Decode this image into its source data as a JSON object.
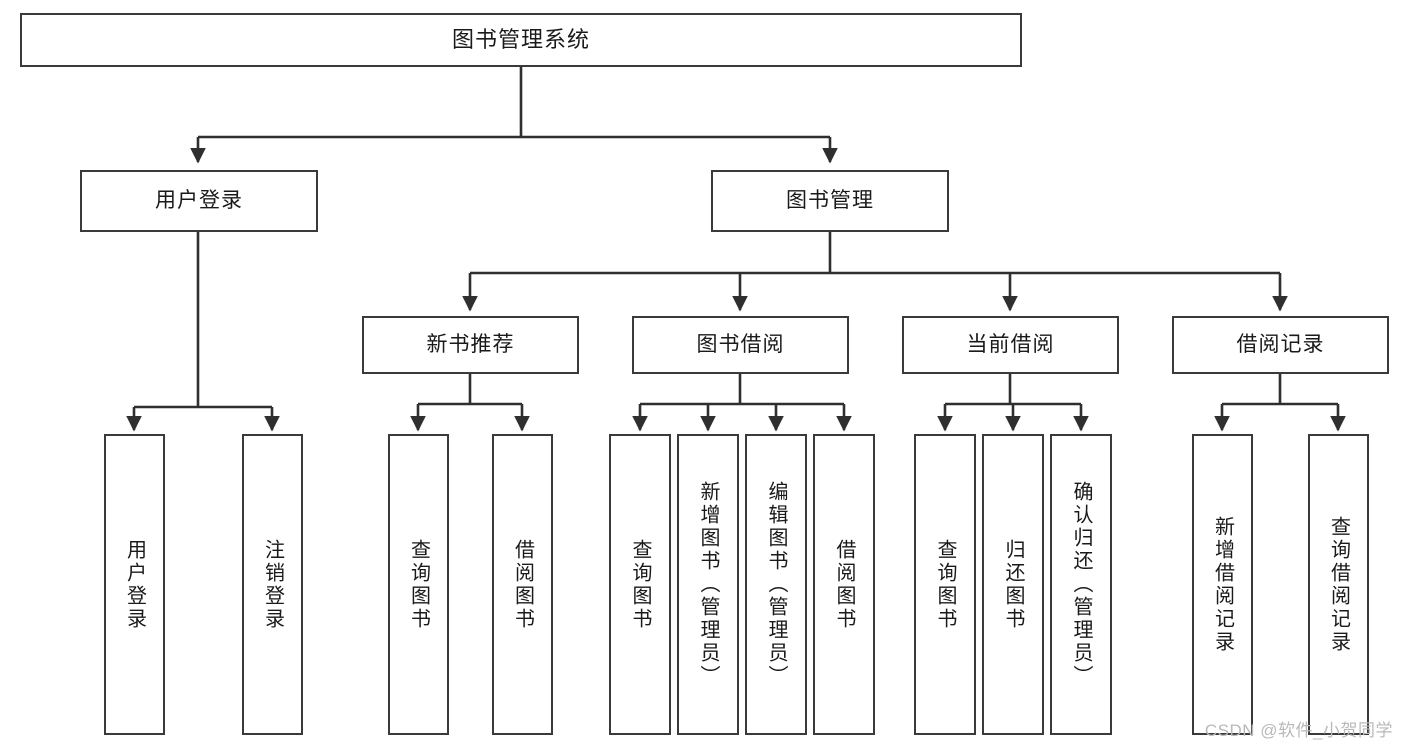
{
  "diagram": {
    "title": "图书管理系统",
    "type": "tree-flowchart",
    "colors": {
      "box_border": "#3a3a3a",
      "box_fill": "#ffffff",
      "edge": "#2f2f2f",
      "text": "#1a1a1a",
      "watermark": "#b9b9b9"
    },
    "root": {
      "label": "图书管理系统"
    },
    "level2": [
      {
        "label": "用户登录"
      },
      {
        "label": "图书管理"
      }
    ],
    "level3": [
      {
        "label": "新书推荐"
      },
      {
        "label": "图书借阅"
      },
      {
        "label": "当前借阅"
      },
      {
        "label": "借阅记录"
      }
    ],
    "leaves": {
      "user_login": [
        {
          "label": "用户登录"
        },
        {
          "label": "注销登录"
        }
      ],
      "new_book_recommend": [
        {
          "label": "查询图书"
        },
        {
          "label": "借阅图书"
        }
      ],
      "book_borrow": [
        {
          "label": "查询图书"
        },
        {
          "label": "新增图书（管理员）"
        },
        {
          "label": "编辑图书（管理员）"
        },
        {
          "label": "借阅图书"
        }
      ],
      "current_borrow": [
        {
          "label": "查询图书"
        },
        {
          "label": "归还图书"
        },
        {
          "label": "确认归还（管理员）"
        }
      ],
      "borrow_record": [
        {
          "label": "新增借阅记录"
        },
        {
          "label": "查询借阅记录"
        }
      ]
    }
  },
  "watermark": {
    "text": "CSDN @软件_小贺同学"
  }
}
